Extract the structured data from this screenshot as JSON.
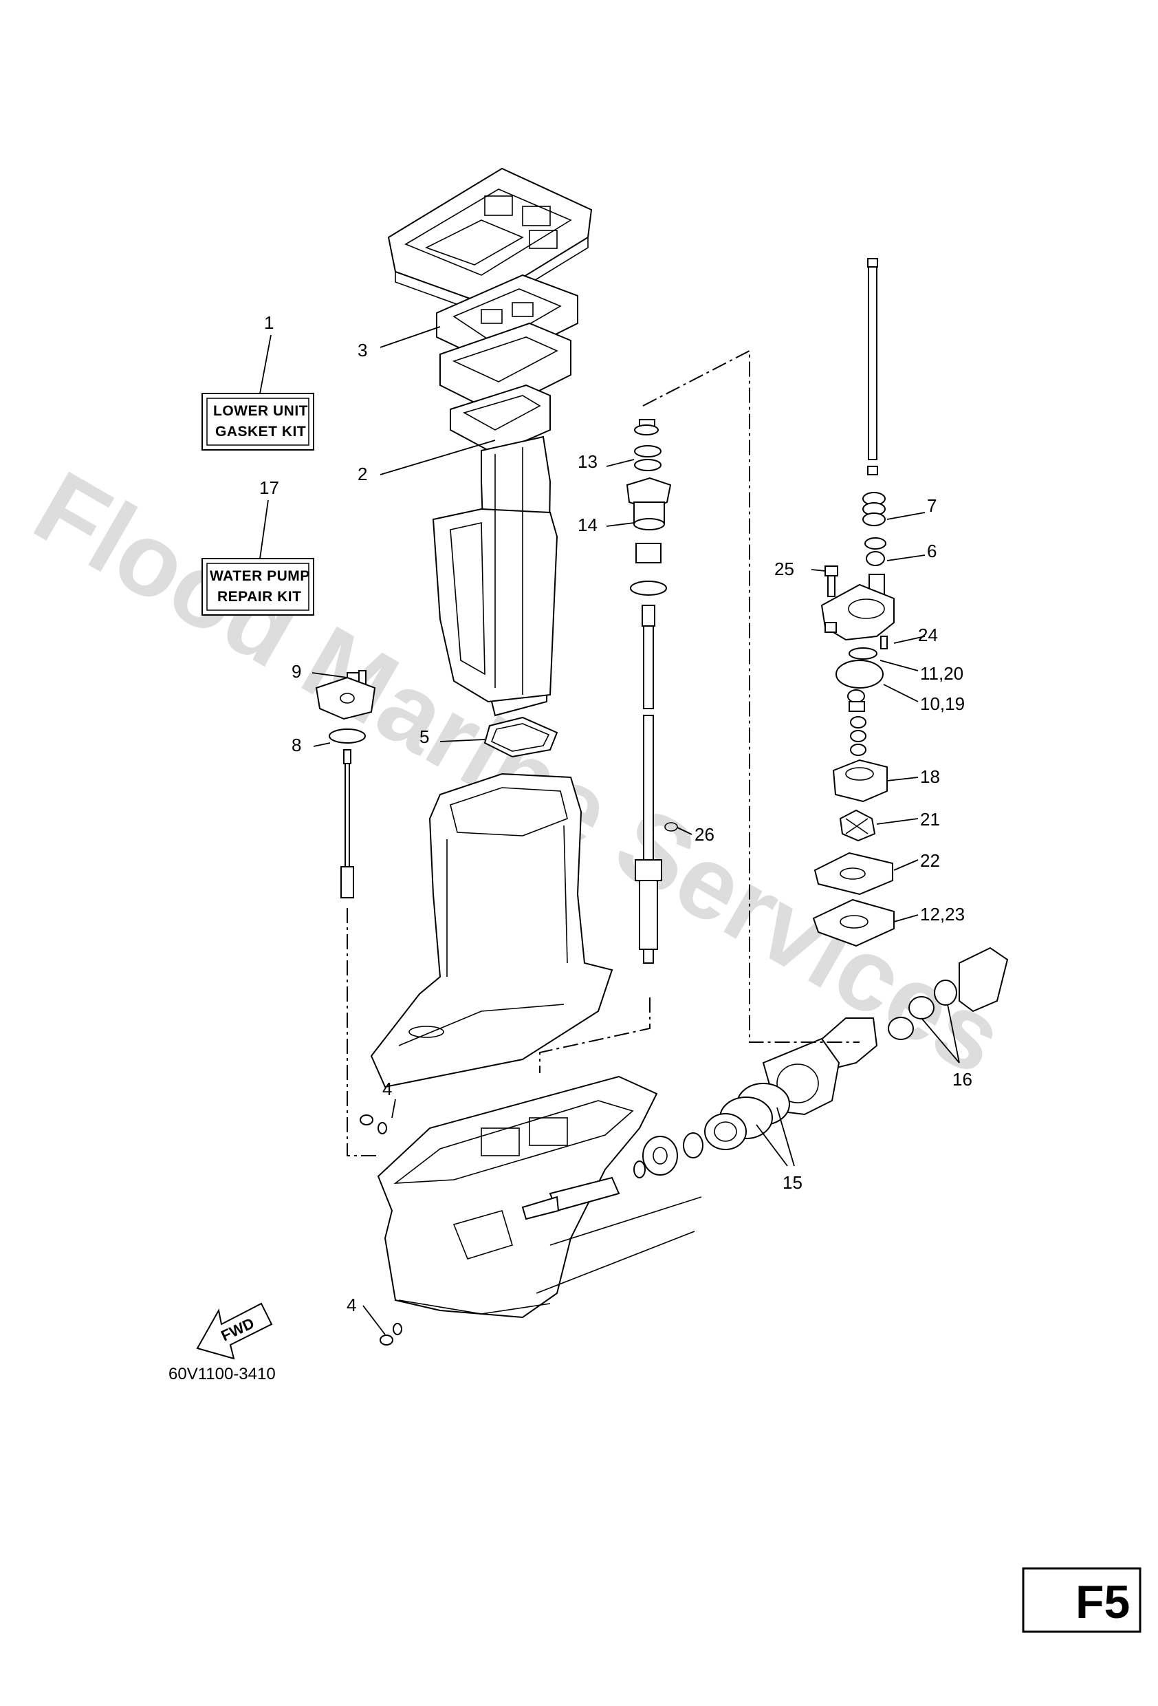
{
  "watermark": "Flood Marine Services",
  "drawing_number": "60V1100-3410",
  "page_code": "F5",
  "direction_label": "FWD",
  "kits": [
    {
      "number": "1",
      "line1": "LOWER UNIT",
      "line2": "GASKET KIT"
    },
    {
      "number": "17",
      "line1": "WATER PUMP",
      "line2": "REPAIR KIT"
    }
  ],
  "callouts": {
    "c2": "2",
    "c3": "3",
    "c4a": "4",
    "c4b": "4",
    "c5": "5",
    "c6": "6",
    "c7": "7",
    "c8": "8",
    "c9": "9",
    "c10_19": "10,19",
    "c11_20": "11,20",
    "c12_23": "12,23",
    "c13": "13",
    "c14": "14",
    "c15": "15",
    "c16": "16",
    "c18": "18",
    "c21": "21",
    "c22": "22",
    "c24": "24",
    "c25": "25",
    "c26": "26"
  }
}
